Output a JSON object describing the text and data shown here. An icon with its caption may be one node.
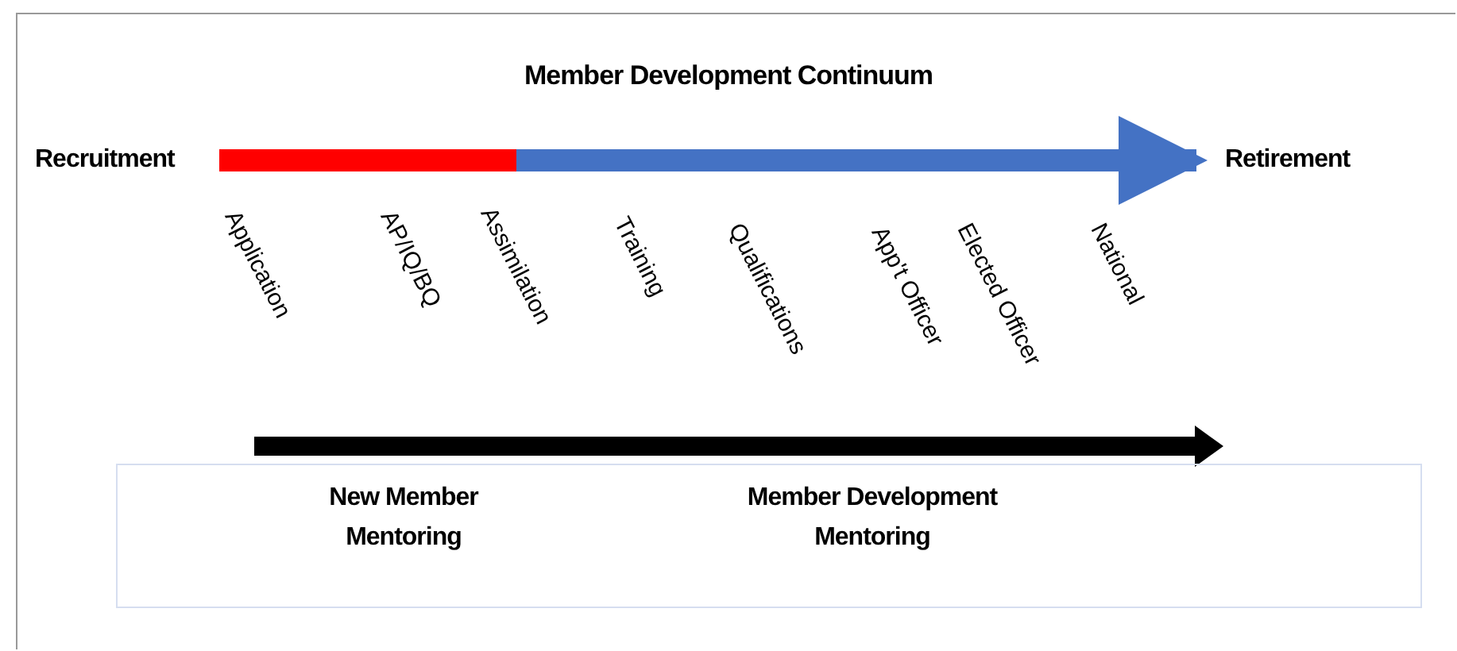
{
  "diagram": {
    "title": "Member Development Continuum",
    "nodes": [
      {
        "text": [
          "Recruitment"
        ]
      },
      {
        "text": [
          "Retirement"
        ]
      },
      {
        "text": [
          "New Member Mentoring",
          "Member Development Mentoring"
        ]
      }
    ],
    "edges": [
      {
        "from": 0,
        "to": 1,
        "arrow": "to",
        "color": "#4472c4"
      }
    ],
    "labels": [
      "Application",
      "AP/IQ/BQ",
      "Assimilation",
      "Training",
      "Qualifications",
      "App't Officer",
      "Elected Officer",
      "National"
    ]
  }
}
